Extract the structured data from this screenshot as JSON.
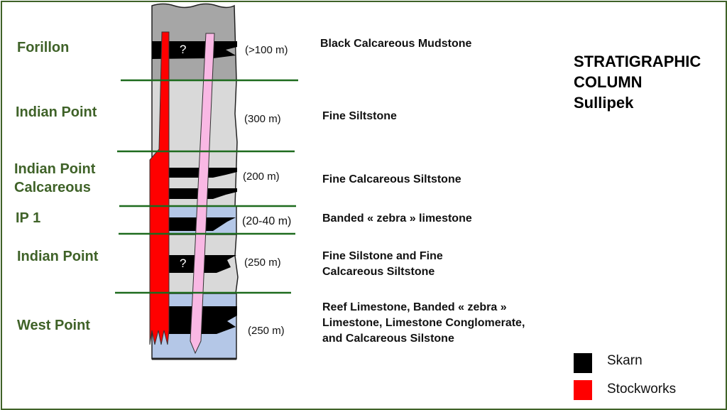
{
  "title": {
    "line1": "STRATIGRAPHIC",
    "line2": "COLUMN",
    "line3": "Sullipek"
  },
  "formations": [
    {
      "name": "Forillon",
      "thickness": "(>100 m)",
      "lithology": "Black Calcareous Mudstone"
    },
    {
      "name": "Indian Point",
      "thickness": "(300 m)",
      "lithology": "Fine Siltstone"
    },
    {
      "name_line1": "Indian Point",
      "name_line2": "Calcareous",
      "thickness": "(200 m)",
      "lithology": "Fine Calcareous Siltstone"
    },
    {
      "name": "IP 1",
      "thickness": "(20-40 m)",
      "lithology": "Banded « zebra » limestone"
    },
    {
      "name": "Indian Point",
      "thickness": "(250 m)",
      "lithology_line1": "Fine Silstone and Fine",
      "lithology_line2": "Calcareous Siltstone"
    },
    {
      "name": "West Point",
      "thickness": "(250 m)",
      "lithology_line1": "Reef Limestone, Banded « zebra »",
      "lithology_line2": "Limestone, Limestone Conglomerate,",
      "lithology_line3": "and Calcareous Silstone"
    }
  ],
  "unknown_marker": "?",
  "legend": [
    {
      "label": "Skarn",
      "color": "#000000"
    },
    {
      "label": "Stockworks",
      "color": "#ff0000"
    }
  ],
  "colors": {
    "formation_text": "#3f6228",
    "dark_grey": "#a6a6a6",
    "light_grey": "#d9d9d9",
    "blue": "#b4c7e7",
    "pink": "#f9b8e4"
  }
}
